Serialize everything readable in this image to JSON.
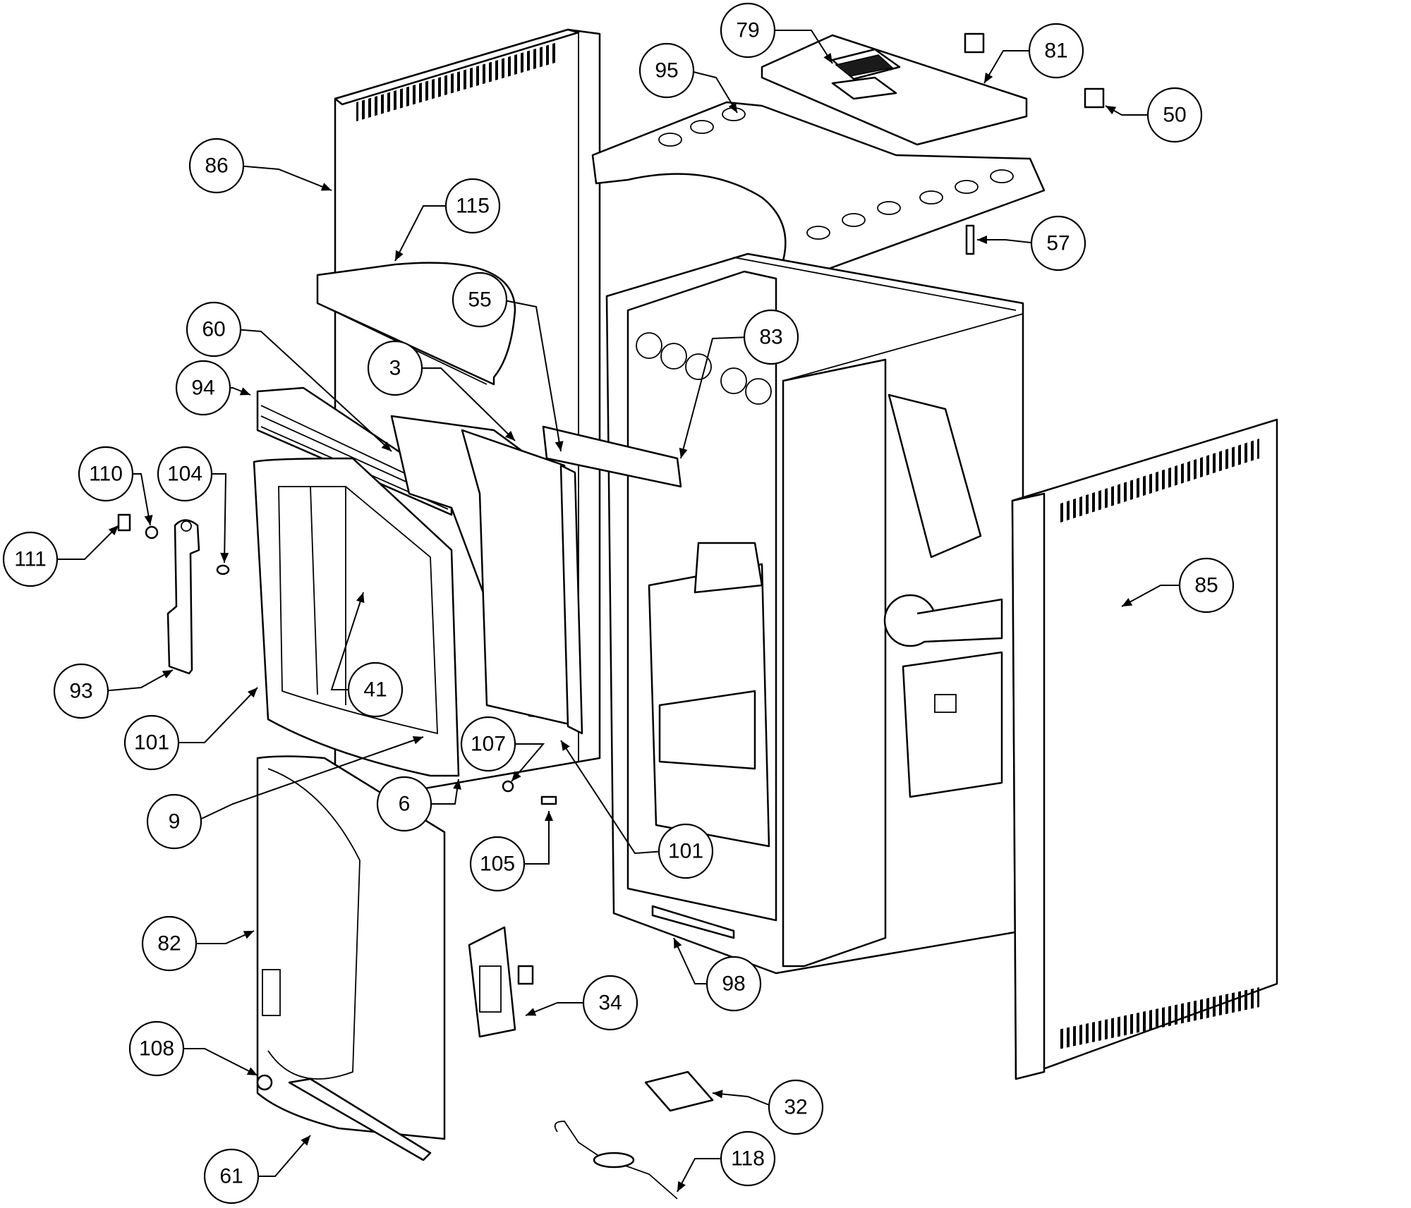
{
  "callouts": [
    {
      "label": "79"
    },
    {
      "label": "95"
    },
    {
      "label": "81"
    },
    {
      "label": "50"
    },
    {
      "label": "86"
    },
    {
      "label": "115"
    },
    {
      "label": "57"
    },
    {
      "label": "55"
    },
    {
      "label": "60"
    },
    {
      "label": "83"
    },
    {
      "label": "3"
    },
    {
      "label": "94"
    },
    {
      "label": "110"
    },
    {
      "label": "104"
    },
    {
      "label": "111"
    },
    {
      "label": "85"
    },
    {
      "label": "93"
    },
    {
      "label": "41"
    },
    {
      "label": "101"
    },
    {
      "label": "107"
    },
    {
      "label": "9"
    },
    {
      "label": "6"
    },
    {
      "label": "101"
    },
    {
      "label": "105"
    },
    {
      "label": "82"
    },
    {
      "label": "98"
    },
    {
      "label": "34"
    },
    {
      "label": "108"
    },
    {
      "label": "32"
    },
    {
      "label": "61"
    },
    {
      "label": "118"
    }
  ]
}
